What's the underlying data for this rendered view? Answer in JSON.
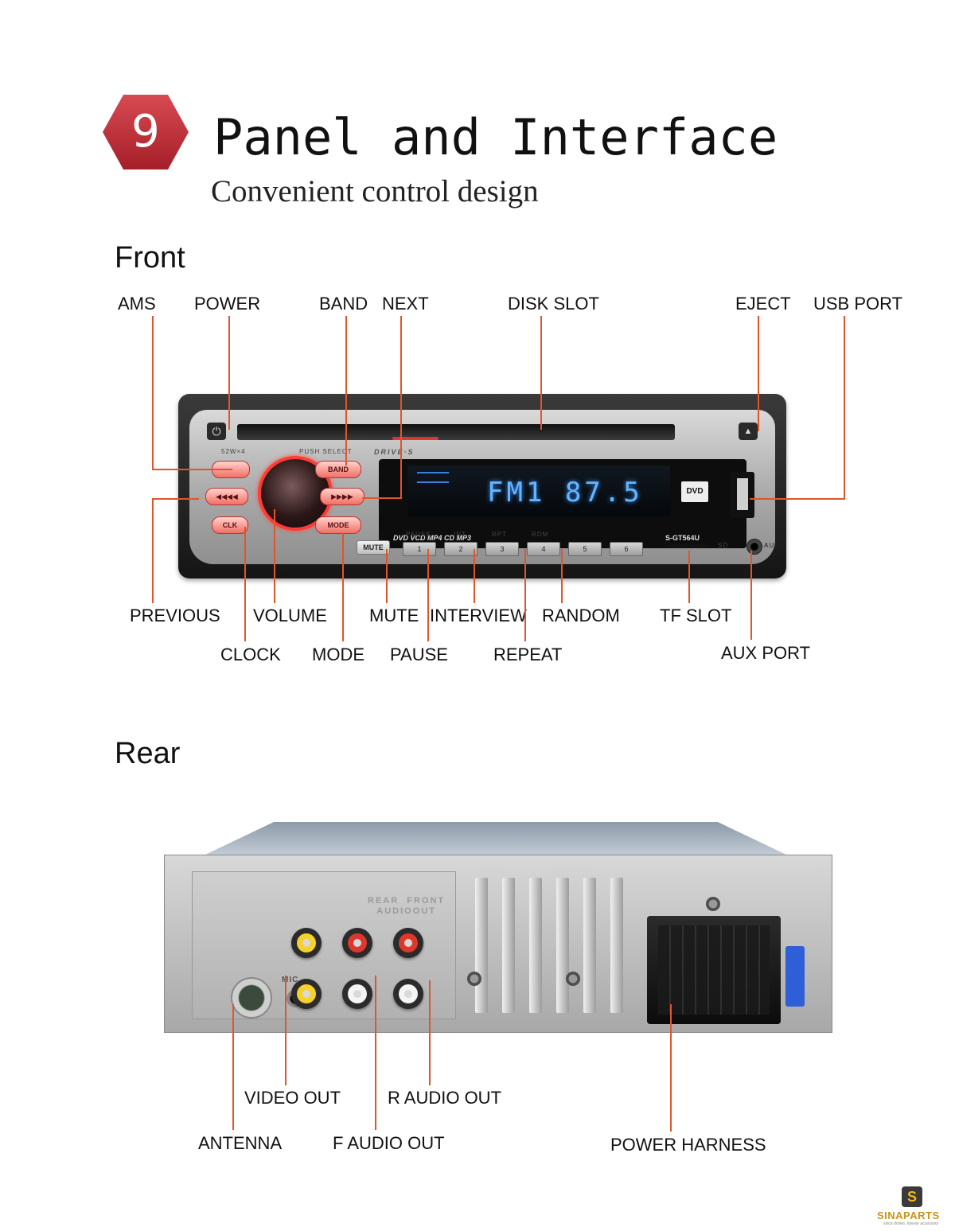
{
  "header": {
    "number": "9",
    "title": "Panel and Interface",
    "subtitle": "Convenient control design",
    "badge_color": "#c6323c"
  },
  "front": {
    "section_title": "Front",
    "callouts": {
      "ams": "AMS",
      "power": "POWER",
      "band": "BAND",
      "next": "NEXT",
      "disk_slot": "DISK SLOT",
      "eject": "EJECT",
      "usb_port": "USB PORT",
      "previous": "PREVIOUS",
      "volume": "VOLUME",
      "mute": "MUTE",
      "interview": "INTERVIEW",
      "random": "RANDOM",
      "tf_slot": "TF SLOT",
      "clock": "CLOCK",
      "mode": "MODE",
      "pause": "PAUSE",
      "repeat": "REPEAT",
      "aux_port": "AUX PORT"
    },
    "device": {
      "power_rating": "52W×4",
      "push_select": "PUSH SELECT",
      "brand": "DRIVE·S",
      "display": "FM1 87.5",
      "formats": "DVD  VCD  MP4  CD  MP3",
      "model": "S-GT564U",
      "dvd_logo": "DVD",
      "buttons": {
        "band": "BAND",
        "mode": "MODE",
        "clk": "CLK",
        "prev": "◀◀◀◀",
        "next": "▶▶▶▶",
        "mute": "MUTE"
      },
      "preset_captions": [
        "PAUSE",
        "INT",
        "RPT",
        "RDM",
        "",
        ""
      ],
      "presets": [
        "1",
        "2",
        "3",
        "4",
        "5",
        "6"
      ],
      "sd_label": "SD",
      "aux_label": "AUX"
    }
  },
  "rear": {
    "section_title": "Rear",
    "callouts": {
      "video_out": "VIDEO OUT",
      "r_audio_out": "R AUDIO OUT",
      "antenna": "ANTENNA",
      "f_audio_out": "F AUDIO OUT",
      "power_harness": "POWER HARNESS"
    },
    "device": {
      "emboss": "REAR  FRONT\nAUDIOOUT",
      "mic_label": "MIC"
    }
  },
  "logo": {
    "mark": "S",
    "name": "SINAPARTS",
    "tagline": "since driven, forever accessory"
  },
  "colors": {
    "callout_line": "#e0552a",
    "lcd": "#62b6ff",
    "knob_ring": "#ff3b35"
  }
}
